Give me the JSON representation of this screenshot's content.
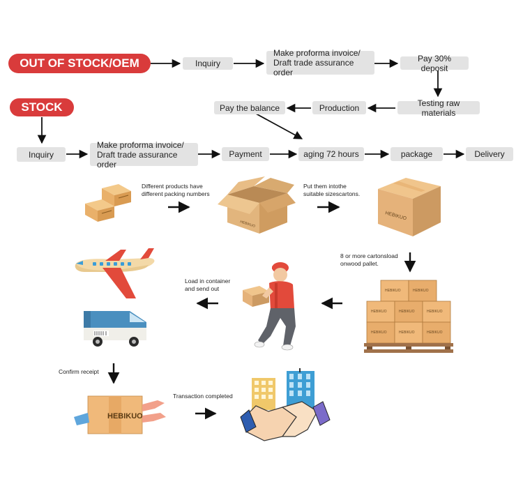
{
  "flow_top": {
    "badge": "OUT OF STOCK/OEM",
    "steps": [
      "Inquiry",
      "Make proforma invoice/",
      "Draft trade assurance order",
      "Pay 30% deposit"
    ],
    "return_steps": [
      "Testing raw materials",
      "Production",
      "Pay the balance"
    ]
  },
  "flow_stock": {
    "badge": "STOCK",
    "steps": [
      "Inquiry",
      "Make proforma invoice/",
      "Draft trade assurance order",
      "Payment",
      "aging 72 hours",
      "package",
      "Delivery"
    ]
  },
  "packing": {
    "note_1": [
      "Different products have",
      "different packing numbers"
    ],
    "note_2": [
      "Put them intothe",
      "suitable sizescartons."
    ],
    "note_3": [
      "8 or more cartonsload",
      "onwood pallet."
    ],
    "note_4": [
      "Load in container",
      "and send out"
    ],
    "note_5": "Confirm receipt",
    "note_6": "Transaction completed",
    "brand_label": "HEBIKUO"
  },
  "colors": {
    "badge_red": "#d93b3b",
    "pill_gray": "#e3e3e3",
    "carton": "#e9b573",
    "carton_dark": "#c98f4e"
  },
  "icons": [
    "small-boxes-icon",
    "open-carton-icon",
    "closed-carton-icon",
    "airplane-icon",
    "delivery-man-icon",
    "pallet-cartons-icon",
    "van-icon",
    "box-handover-icon",
    "handshake-icon"
  ]
}
